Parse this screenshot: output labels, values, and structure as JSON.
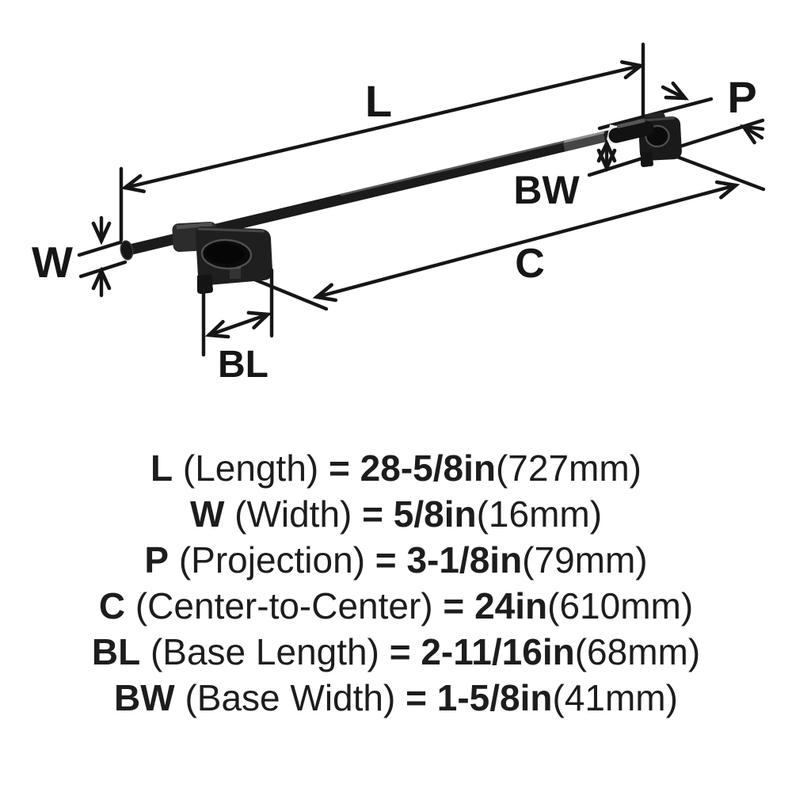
{
  "diagram": {
    "labels": {
      "length": "L",
      "projection": "P",
      "base_width": "BW",
      "center_to_center": "C",
      "width": "W",
      "base_length": "BL"
    },
    "colors": {
      "line": "#161616",
      "bar_black": "#1b1b1b",
      "metal_gray": "#454545",
      "highlight_white": "#ebebeb",
      "background": "#ffffff"
    }
  },
  "specs": [
    {
      "abbr": "L",
      "rest": " (Length) ",
      "value": "= 28-5/8in",
      "metric": "(727mm)"
    },
    {
      "abbr": "W",
      "rest": " (Width) ",
      "value": "= 5/8in",
      "metric": "(16mm)"
    },
    {
      "abbr": "P",
      "rest": " (Projection) ",
      "value": "= 3-1/8in",
      "metric": "(79mm)"
    },
    {
      "abbr": "C",
      "rest": " (Center-to-Center) ",
      "value": "= 24in",
      "metric": "(610mm)"
    },
    {
      "abbr": "BL",
      "rest": " (Base Length) ",
      "value": "= 2-11/16in",
      "metric": "(68mm)"
    },
    {
      "abbr": "BW",
      "rest": " (Base Width) ",
      "value": "= 1-5/8in",
      "metric": "(41mm)"
    }
  ]
}
